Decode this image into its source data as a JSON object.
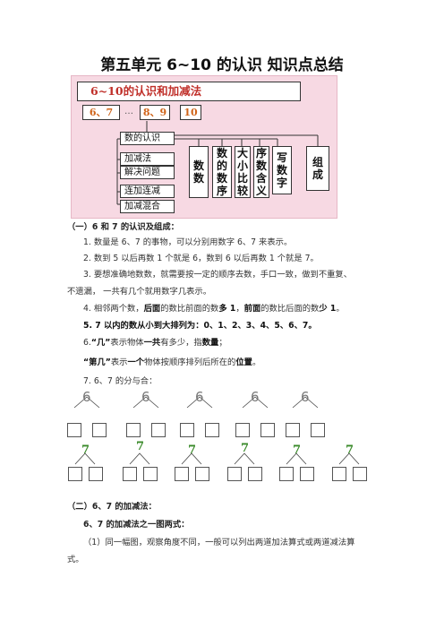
{
  "title": "第五单元  6~10 的认识  知识点总结",
  "diagram": {
    "header": "6~10的认识和加减法",
    "numbers": [
      "6、7",
      "8、9",
      "10"
    ],
    "dots": "…",
    "left_items": [
      "数的认识",
      "加减法",
      "解决问题",
      "连加连减",
      "加减混合"
    ],
    "vertical_items": [
      "数数",
      "数的数序",
      "大小比较",
      "序数含义",
      "写数字",
      "组成"
    ]
  },
  "section1": {
    "heading": "（一）6 和 7 的认识及组成：",
    "item1": "1.  数量是 6、7  的事物，可以分别用数字 6、7  来表示。",
    "item2": "2.  数到 5  以后再数 1  个就是 6，数到 6  以后再数 1  个就是 7。",
    "item3a": "3.  要想准确地数数，就需要按一定的顺序去数，手口一致，做到不重复、",
    "item3b": "不遗漏，   一共有几个就用数字几表示。",
    "item4": {
      "pre": "4.  相邻两个数，",
      "b1": "后面",
      "mid1": "的数比前面的数",
      "b2": "多 1",
      "mid2": "，",
      "b3": "前面",
      "mid3": "的数比后面的数",
      "b4": "少 1",
      "end": "。"
    },
    "item5": "5.    7  以内的数从小到大排列为：0、1、2、3、4、5、6、7。",
    "item6": {
      "pre": "6.",
      "b1": "“几”",
      "mid1": "表示物体",
      "b2": "一共",
      "mid2": "有多少，指",
      "b3": "数量",
      "end": "；"
    },
    "item6b": {
      "b1": "“第几”",
      "mid1": "表示",
      "b2": "一个",
      "mid2": "物体按顺序排列后所在的",
      "b3": "位置",
      "end": "。"
    },
    "item7": "7.   6、7 的分与合：",
    "tree_row1": [
      "6",
      "6",
      "6",
      "6",
      "6"
    ],
    "tree_row2": [
      "7",
      "7",
      "7",
      "7",
      "7",
      "7"
    ]
  },
  "section2": {
    "heading": "（二）6、7 的加减法：",
    "sub": "6、7 的加减法之一图两式：",
    "para_a": "（1）同一幅图，观察角度不同，一般可以列出两道加法算式或两道减法算",
    "para_b": "式。"
  },
  "colors": {
    "diagram_bg": "#f7d9e3",
    "header_text": "#c0302a",
    "number_text": "#d0641a",
    "tree_six": "#777777",
    "tree_seven": "#3a8a2a"
  }
}
